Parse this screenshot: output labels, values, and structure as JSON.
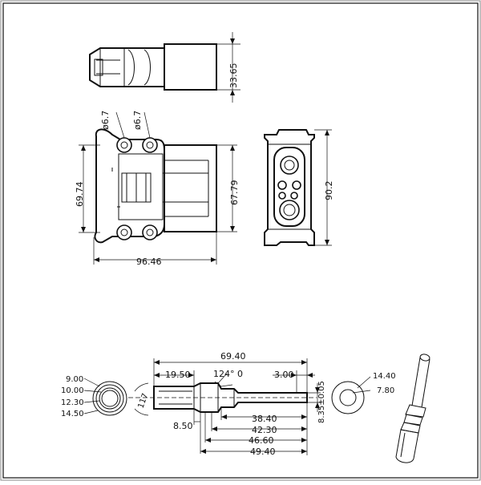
{
  "top_view": {
    "height_dim": "33.65"
  },
  "side_view": {
    "hole_left": "ø6.7",
    "hole_right": "ø6.7",
    "height_left": "69.74",
    "height_right": "67.79",
    "length": "96.46"
  },
  "front_view": {
    "height": "90.2"
  },
  "contact_drawing": {
    "total_length": "69.40",
    "head_length": "19.50",
    "angle": "124° 0",
    "tip_length": "3.00",
    "dia_tip": "8.35±0.05",
    "dim_38": "38.40",
    "dim_42": "42.30",
    "dim_46": "46.60",
    "dim_49": "49.40",
    "collar": "8.50",
    "diameters_left": [
      "9.00",
      "10.00",
      "12.30",
      "14.50"
    ],
    "diameters_right": [
      "14.40",
      "7.80"
    ],
    "rotated_label": "117"
  }
}
